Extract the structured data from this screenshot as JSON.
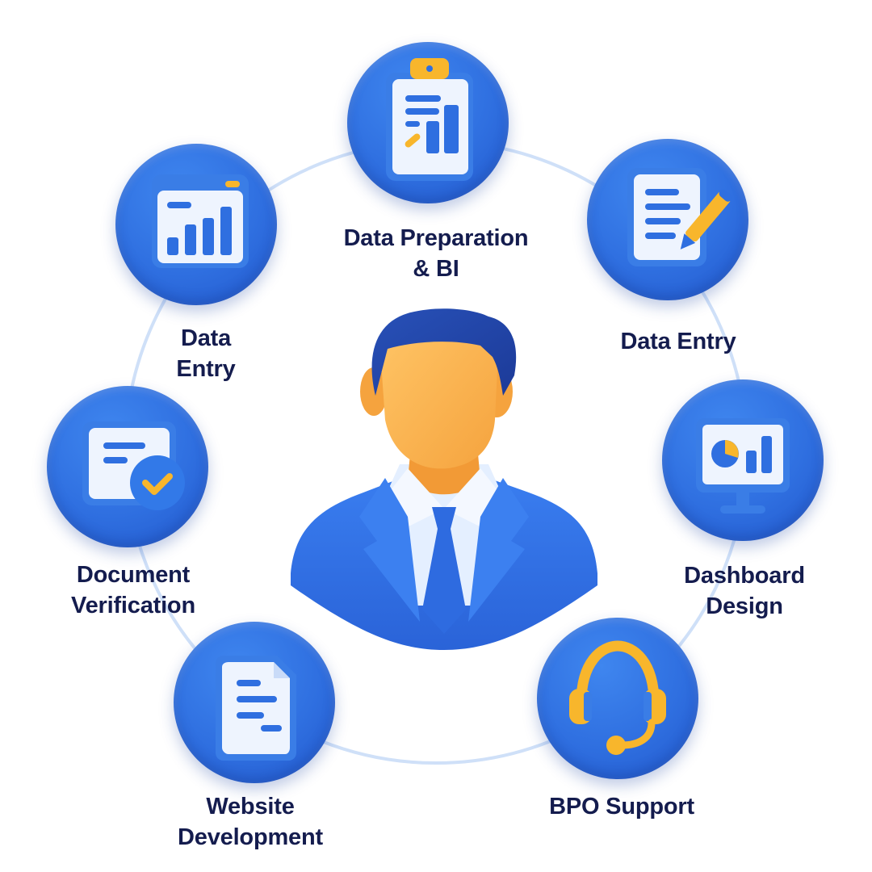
{
  "diagram": {
    "center": {
      "name": "professional-avatar",
      "description": "Faceless businessman in blue suit"
    },
    "services": [
      {
        "id": "data-prep",
        "icon": "clipboard-chart-icon",
        "label_lines": [
          "Data Preparation",
          "& BI"
        ]
      },
      {
        "id": "data-entry-right",
        "icon": "document-pencil-icon",
        "label_lines": [
          "Data Entry"
        ]
      },
      {
        "id": "dashboard-design",
        "icon": "monitor-chart-icon",
        "label_lines": [
          "Dashboard",
          "Design"
        ]
      },
      {
        "id": "bpo-support",
        "icon": "headset-icon",
        "label_lines": [
          "BPO Support"
        ]
      },
      {
        "id": "website-development",
        "icon": "file-document-icon",
        "label_lines": [
          "Website",
          "Development"
        ]
      },
      {
        "id": "document-verification",
        "icon": "document-check-icon",
        "label_lines": [
          "Document",
          "Verification"
        ]
      },
      {
        "id": "data-entry-left",
        "icon": "browser-bar-chart-icon",
        "label_lines": [
          "Data",
          "Entry"
        ]
      }
    ],
    "colors": {
      "primary_blue": "#2f6fe0",
      "accent_yellow": "#f8b62c",
      "card_white": "#eef4fe",
      "text_navy": "#141c4e",
      "ring_line": "#cfe0f8"
    }
  }
}
